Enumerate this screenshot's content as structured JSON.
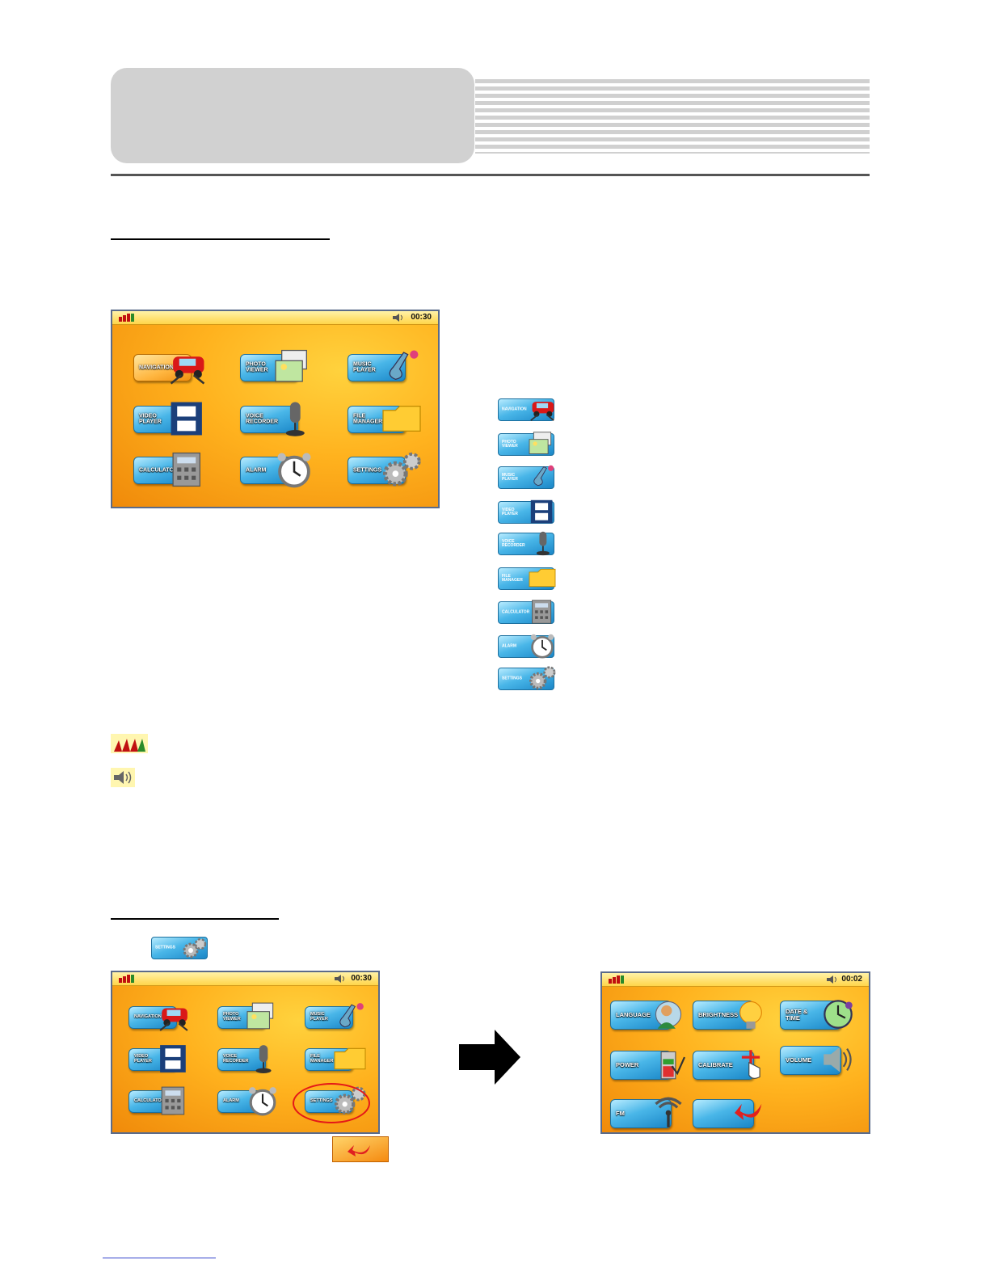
{
  "screen_main": {
    "time": "00:30",
    "tiles": [
      {
        "id": "navigation",
        "label": "NAVIGATION",
        "icon": "car-icon"
      },
      {
        "id": "photo-viewer",
        "label": "PHOTO\nVIEWER",
        "icon": "photo-icon"
      },
      {
        "id": "music-player",
        "label": "MUSIC\nPLAYER",
        "icon": "music-note-icon"
      },
      {
        "id": "video-player",
        "label": "VIDEO\nPLAYER",
        "icon": "film-icon"
      },
      {
        "id": "voice-recorder",
        "label": "VOICE\nRECORDER",
        "icon": "microphone-icon"
      },
      {
        "id": "file-manager",
        "label": "FILE\nMANAGER",
        "icon": "folder-icon"
      },
      {
        "id": "calculator",
        "label": "CALCULATOR",
        "icon": "calculator-icon"
      },
      {
        "id": "alarm",
        "label": "ALARM",
        "icon": "alarm-clock-icon"
      },
      {
        "id": "settings",
        "label": "SETTINGS",
        "icon": "gears-icon"
      }
    ]
  },
  "icon_list": [
    {
      "label": "NAVIGATION",
      "icon": "car-icon"
    },
    {
      "label": "PHOTO\nVIEWER",
      "icon": "photo-icon"
    },
    {
      "label": "MUSIC\nPLAYER",
      "icon": "music-note-icon"
    },
    {
      "label": "VIDEO\nPLAYER",
      "icon": "film-icon"
    },
    {
      "label": "VOICE\nRECORDER",
      "icon": "microphone-icon"
    },
    {
      "label": "FILE\nMANAGER",
      "icon": "folder-icon"
    },
    {
      "label": "CALCULATOR",
      "icon": "calculator-icon"
    },
    {
      "label": "ALARM",
      "icon": "alarm-clock-icon"
    },
    {
      "label": "SETTINGS",
      "icon": "gears-icon"
    }
  ],
  "inline_settings_icon": {
    "label": "SETTINGS"
  },
  "screen_before": {
    "time": "00:30"
  },
  "screen_settings": {
    "time": "00:02",
    "tiles": [
      {
        "id": "language",
        "label": "LANGUAGE",
        "icon": "person-icon"
      },
      {
        "id": "brightness",
        "label": "BRIGHTNESS",
        "icon": "bulb-icon"
      },
      {
        "id": "date-time",
        "label": "DATE &\nTIME",
        "icon": "clock-icon"
      },
      {
        "id": "power",
        "label": "POWER",
        "icon": "battery-icon"
      },
      {
        "id": "calibrate",
        "label": "CALIBRATE",
        "icon": "pointer-icon"
      },
      {
        "id": "volume",
        "label": "VOLUME",
        "icon": "speaker-icon"
      },
      {
        "id": "fm",
        "label": "FM",
        "icon": "antenna-icon"
      },
      {
        "id": "return",
        "label": "",
        "icon": "return-arrow-icon"
      }
    ]
  },
  "colors": {
    "screen_bg": "#ffb21e",
    "tile_blue": "#1a86c7",
    "highlight_ring": "#e41818"
  }
}
